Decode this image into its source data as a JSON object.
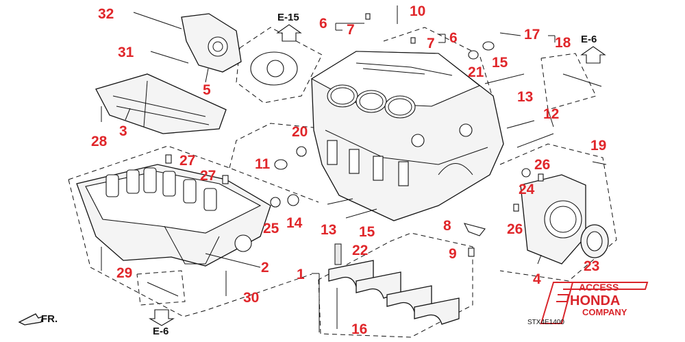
{
  "diagram": {
    "callouts": [
      "32",
      "31",
      "5",
      "3",
      "28",
      "27",
      "27",
      "25",
      "14",
      "29",
      "2",
      "30",
      "1",
      "22",
      "16",
      "15",
      "13",
      "11",
      "20",
      "10",
      "6",
      "7",
      "7",
      "6",
      "21",
      "15",
      "13",
      "12",
      "17",
      "18",
      "19",
      "24",
      "26",
      "26",
      "4",
      "23",
      "8",
      "9"
    ],
    "references": {
      "e15": "E-15",
      "e6_top": "E-6",
      "e6_bottom": "E-6"
    },
    "front_marker": "FR.",
    "diagram_code": "STX4E1400"
  },
  "logo": {
    "line1": "ACCESS",
    "line2": "HONDA",
    "line3": "COMPANY",
    "color": "#d9252b"
  },
  "colors": {
    "callout": "#e0262a",
    "linework": "#111111"
  }
}
